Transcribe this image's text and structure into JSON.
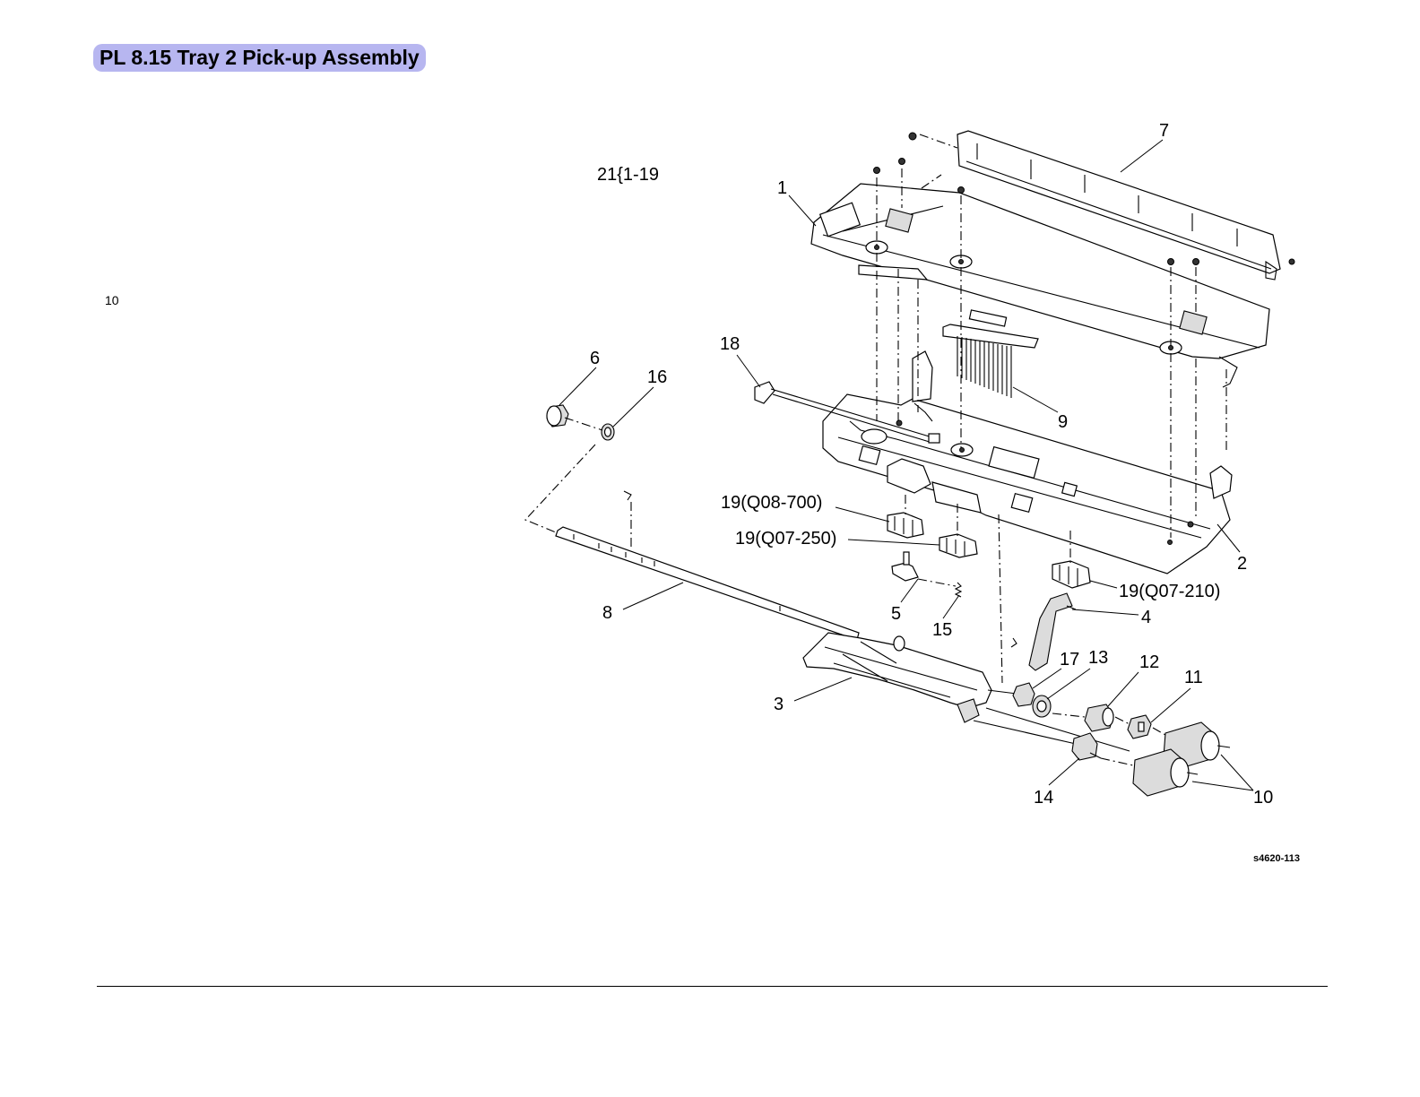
{
  "title": "PL 8.15 Tray 2 Pick-up Assembly",
  "margin_note": "10",
  "figure_id": "s4620-113",
  "kit_label": "21{1-19",
  "callouts": {
    "c1": "1",
    "c2": "2",
    "c3": "3",
    "c4": "4",
    "c5": "5",
    "c6": "6",
    "c7": "7",
    "c8": "8",
    "c9": "9",
    "c10": "10",
    "c11": "11",
    "c12": "12",
    "c13": "13",
    "c14": "14",
    "c15": "15",
    "c16": "16",
    "c17": "17",
    "c18": "18",
    "c19a": "19(Q08-700)",
    "c19b": "19(Q07-250)",
    "c19c": "19(Q07-210)"
  },
  "colors": {
    "title_badge": "#b7b6f0",
    "line": "#000000"
  }
}
